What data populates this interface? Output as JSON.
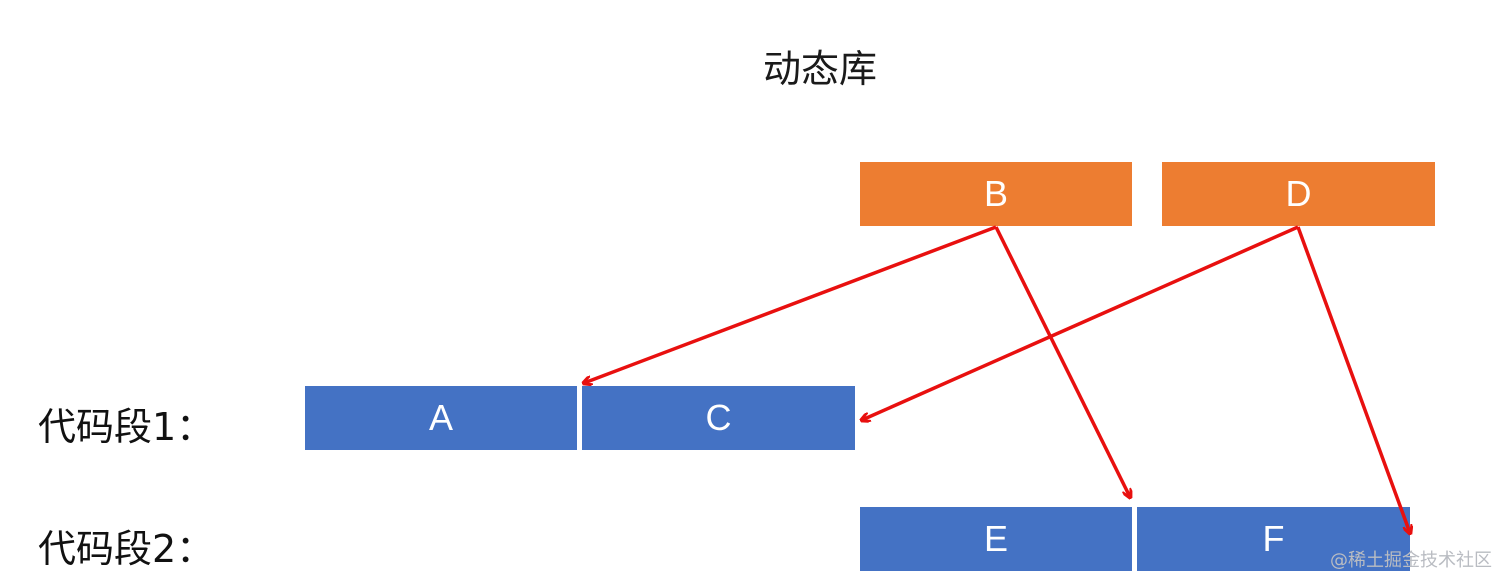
{
  "title": "动态库",
  "library_blocks": [
    {
      "id": "B",
      "label": "B"
    },
    {
      "id": "D",
      "label": "D"
    }
  ],
  "segments": [
    {
      "label": "代码段1：",
      "blocks": [
        {
          "label": "A"
        },
        {
          "label": "C"
        }
      ]
    },
    {
      "label": "代码段2：",
      "blocks": [
        {
          "label": "E"
        },
        {
          "label": "F"
        }
      ]
    }
  ],
  "arrows": [
    {
      "from": "B",
      "to": "A"
    },
    {
      "from": "B",
      "to": "E"
    },
    {
      "from": "D",
      "to": "C"
    },
    {
      "from": "D",
      "to": "F"
    }
  ],
  "colors": {
    "library_block": "#ED7D31",
    "segment_block": "#4472C4",
    "arrow": "#E8100F"
  },
  "watermark": "@稀土掘金技术社区"
}
